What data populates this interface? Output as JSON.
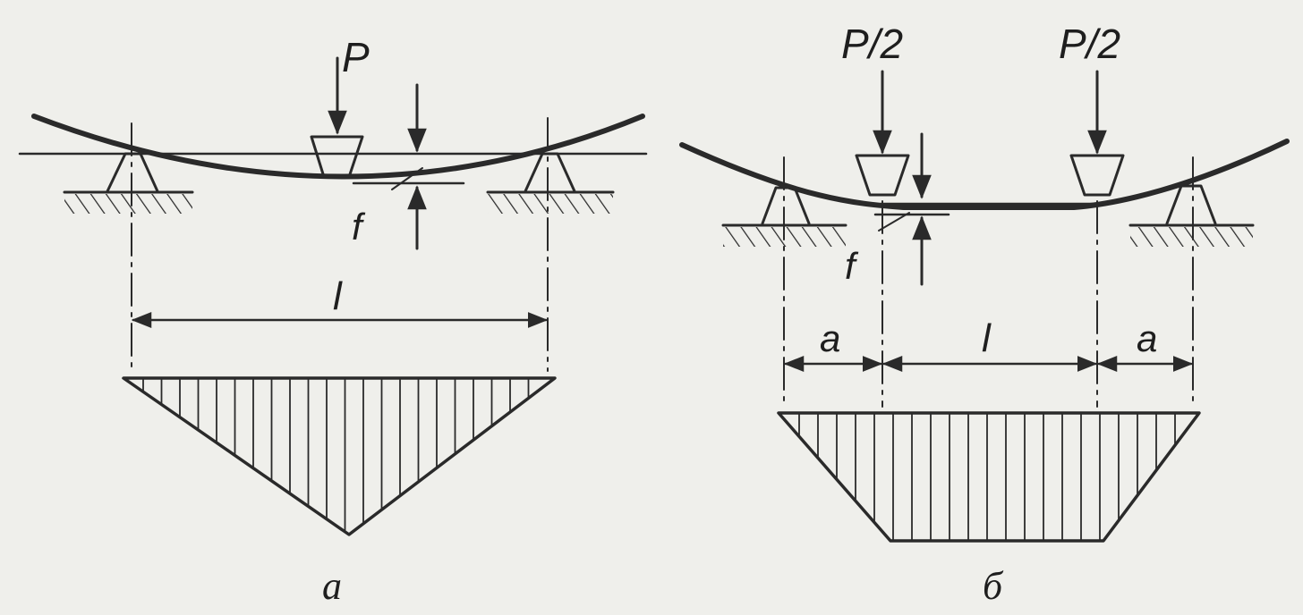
{
  "diagram_a": {
    "load_label": "P",
    "deflection_label": "f",
    "span_label": "l",
    "caption": "а"
  },
  "diagram_b": {
    "load_left_label": "P/2",
    "load_right_label": "P/2",
    "deflection_label": "f",
    "overhang_left_label": "a",
    "span_label": "l",
    "overhang_right_label": "a",
    "caption": "б"
  },
  "colors": {
    "ink": "#2a2a2a",
    "paper": "#efefeb"
  }
}
